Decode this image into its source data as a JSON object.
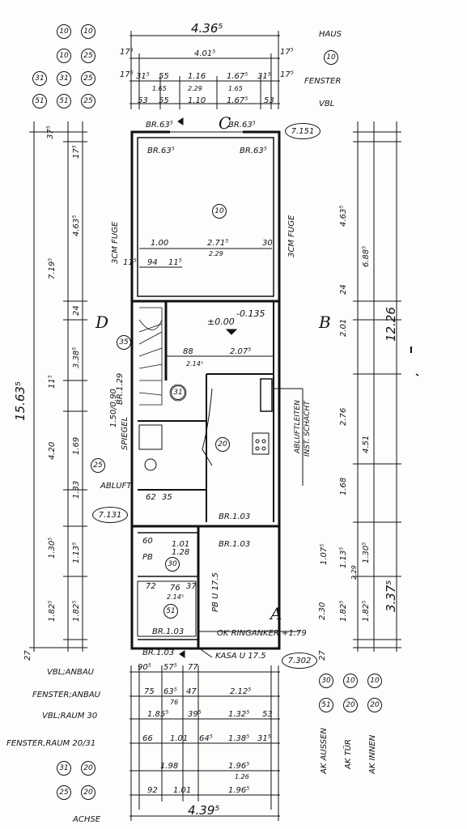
{
  "top_rows": {
    "haus": "HAUS",
    "fenster": "FENSTER",
    "vbl": "VBL"
  },
  "top_dims": {
    "total": "4.36⁵",
    "haus_edge_l": "17⁵",
    "haus_mid": "4.01⁵",
    "haus_edge_r": "17⁵",
    "fenster_l": "17⁵",
    "fenster_a": "31⁵",
    "fenster_b": "55",
    "fenster_c": "1.16",
    "fenster_d": "1.67⁵",
    "fenster_e": "31⁵",
    "fenster_r": "17⁵",
    "fenster_sub1": "1.65",
    "fenster_sub2": "2.29",
    "fenster_sub3": "1.65",
    "vbl_a": "53",
    "vbl_b": "55",
    "vbl_c": "1.10",
    "vbl_d": "1.67⁵",
    "vbl_e": "53"
  },
  "top_left_circles": [
    "10",
    "10",
    "25",
    "31",
    "31",
    "25",
    "51",
    "51",
    "25"
  ],
  "top_right_circle": "10",
  "plan_labels": {
    "br_top_1": "BR.63⁵",
    "br_top_2": "BR.63⁵",
    "br_inner_1": "BR.63⁵",
    "br_inner_2": "BR.63⁵",
    "axis_c": "C",
    "axis_d": "D",
    "axis_b": "B",
    "axis_a": "A",
    "room_10": "10",
    "room_20": "20",
    "room_30": "30",
    "room_31": "31",
    "room_35": "35",
    "room_25": "25",
    "room_51": "51",
    "fuge_left": "3CM FUGE",
    "fuge_right": "3CM FUGE",
    "level": "±0.00",
    "level_b": "-0.135",
    "dim_100": "1.00",
    "dim_271": "2.71⁵",
    "dim_229": "2.29",
    "dim_30": "30",
    "dim_94": "94",
    "dim_11": "11⁵",
    "dim_88": "88",
    "dim_207": "2.07⁵",
    "dim_2145": "2.14⁵",
    "br129": "BR.1.29",
    "br150": "1.50/0.90",
    "spiegel": "SPIEGEL",
    "abluft": "ABLUFT",
    "ablufteiten": "ABLUFTLEITEN",
    "schacht": "INST. SCHACHT",
    "br103_a": "BR.1.03",
    "br103_b": "BR.1.03",
    "br103_c": "BR.1.03",
    "br103_d": "BR.1.03",
    "pb": "PB",
    "pbu": "PB U 17.5",
    "ok": "OK RINGANKER +1.79",
    "kasa": "KASA U 17.5",
    "oval_top": "7.151",
    "oval_mid": "7.131",
    "oval_bot": "7.302",
    "d62": "62",
    "d35": "35",
    "d76": "76",
    "d72": "72",
    "d101": "1.01",
    "d128": "1.28",
    "d2145b": "2.14⁵",
    "d60": "60",
    "d37": "37⁵"
  },
  "left_dims": {
    "outer": "15.63⁵",
    "d7195": "7.19⁵",
    "d463": "4.63⁵",
    "d24": "24",
    "d338": "3.38⁵",
    "d115a": "11⁵",
    "d420": "4.20",
    "d169": "1.69",
    "d133": "1.33",
    "d130": "1.30⁵",
    "d113": "1.13⁵",
    "d182a": "1.82⁵",
    "d182b": "1.82⁵",
    "d27": "27",
    "d375": "37⁵",
    "d175": "17⁵"
  },
  "right_dims": {
    "outer": "12.26",
    "d688": "6.88⁵",
    "d463": "4.63⁵",
    "d201": "2.01",
    "d276": "2.76",
    "d451": "4.51",
    "d168": "1.68",
    "d107": "1.07⁵",
    "d113": "1.13⁵",
    "d130": "1.30⁵",
    "d230": "2.30",
    "d182a": "1.82⁵",
    "d182b": "1.82⁵",
    "d337": "3.37⁵",
    "d24": "24",
    "d27": "27",
    "d229": "2.29"
  },
  "bottom_rows": {
    "vbl_anbau": "VBL;ANBAU",
    "fenster_anbau": "FENSTER;ANBAU",
    "vbl_raum": "VBL;RAUM 30",
    "fenster_raum": "FENSTER,RAUM 20/31",
    "achse": "ACHSE"
  },
  "bottom_dims": {
    "r1_a": "90⁵",
    "r1_b": "57⁵",
    "r1_c": "77",
    "r2_a": "75",
    "r2_b": "63⁵",
    "r2_c": "47",
    "r2_d": "2.12⁵",
    "r2_sub": "76",
    "r3_a": "1.85⁵",
    "r3_b": "39⁵",
    "r3_c": "1.32⁵",
    "r3_d": "53",
    "r4_a": "66",
    "r4_b": "1.01",
    "r4_c": "64⁵",
    "r4_d": "1.38⁵",
    "r4_e": "31⁵",
    "r5_a": "1.98",
    "r5_b": "1.96⁵",
    "r5_sub": "1.26",
    "r6_a": "92",
    "r6_b": "1.01",
    "r6_c": "1.96⁵",
    "achse_total": "4.39⁵"
  },
  "bottom_left_circles": [
    [
      "31",
      "20"
    ],
    [
      "25",
      "20"
    ]
  ],
  "ak_labels": [
    "AK AUSSEN",
    "AK TÜR",
    "AK INNEN"
  ],
  "ak_circles": [
    [
      "51",
      "30"
    ],
    [
      "20",
      "10"
    ],
    [
      "20",
      "10"
    ]
  ]
}
